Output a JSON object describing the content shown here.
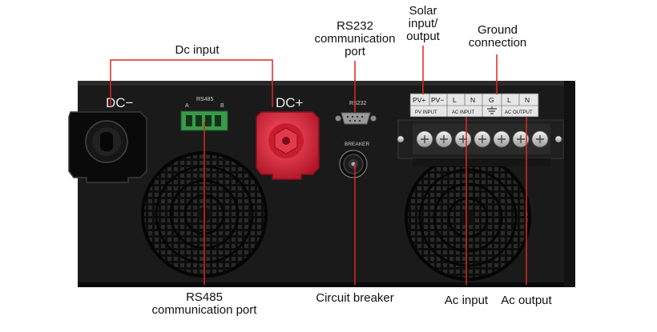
{
  "callouts": {
    "dc_input": "Dc input",
    "rs232": "RS232\ncommunication\nport",
    "solar": "Solar\ninput/\noutput",
    "ground": "Ground\nconnection",
    "rs485": "RS485\ncommunication port",
    "breaker": "Circuit breaker",
    "ac_input": "Ac input",
    "ac_output": "Ac output"
  },
  "panel": {
    "dc_neg": "DC−",
    "dc_pos": "DC+",
    "rs485_title": "RS485",
    "rs485_a": "A",
    "rs485_b": "B",
    "rs232_label": "RS232",
    "breaker_label": "BREAKER",
    "terminals": {
      "pv_pos": "PV+",
      "pv_neg": "PV−",
      "l1": "L",
      "n1": "N",
      "g": "G",
      "l2": "L",
      "n2": "N",
      "pv_input": "PV INPUT",
      "ac_input": "AC INPUT",
      "ac_output": "AC OUTPUT"
    }
  },
  "colors": {
    "callout_line": "#e0261e",
    "chassis": "#161616",
    "dc_positive": "#d9263a",
    "rs485_terminal": "#3a9a4a"
  }
}
